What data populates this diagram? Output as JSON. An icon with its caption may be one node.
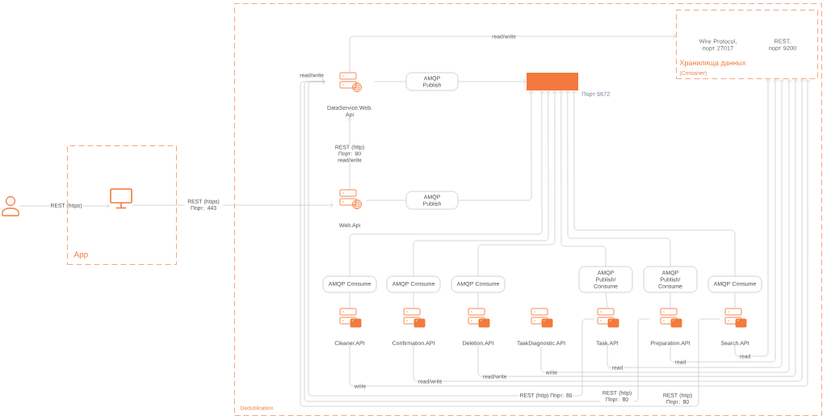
{
  "diagram": {
    "nodes": [
      {
        "text": [
          "Dedublication"
        ]
      },
      {
        "text": [
          "App"
        ]
      },
      {
        "text": [],
        "shape": "person"
      },
      {
        "text": [],
        "shape": "monitor",
        "in": 1
      },
      {
        "text": [
          "Хранилища данных",
          "(Container)"
        ],
        "in": 0
      },
      {
        "text": [
          "Wire Protocol, порт 27017"
        ],
        "in": 4
      },
      {
        "text": [
          "REST, порт 9200"
        ],
        "in": 4
      },
      {
        "text": [
          "DataService.Web. Api"
        ],
        "in": 0
      },
      {
        "text": [
          "AMQP Publish"
        ],
        "in": 0
      },
      {
        "text": [],
        "shape": "box",
        "beside": [
          "Порт 5672"
        ],
        "in": 0
      },
      {
        "text": [
          "Web.Api"
        ],
        "in": 0
      },
      {
        "text": [
          "AMQP Publish"
        ],
        "in": 0
      },
      {
        "text": [
          "AMQP Consume"
        ],
        "in": 0
      },
      {
        "text": [
          "AMQP Consume"
        ],
        "in": 0
      },
      {
        "text": [
          "AMQP Consume"
        ],
        "in": 0
      },
      {
        "text": [
          "AMQP Publish/ Consume"
        ],
        "in": 0
      },
      {
        "text": [
          "AMQP Publish/ Consume"
        ],
        "in": 0
      },
      {
        "text": [
          "AMQP Consume"
        ],
        "in": 0
      },
      {
        "text": [
          "Cleaner.API"
        ],
        "in": 0
      },
      {
        "text": [
          "Confirmation.API"
        ],
        "in": 0
      },
      {
        "text": [
          "Deletion.API"
        ],
        "in": 0
      },
      {
        "text": [
          "TaskDiagnostic.API"
        ],
        "in": 0
      },
      {
        "text": [
          "Task.API"
        ],
        "in": 0
      },
      {
        "text": [
          "Preparation.API"
        ],
        "in": 0
      },
      {
        "text": [
          "Search.API"
        ],
        "in": 0
      }
    ],
    "edges": [
      {
        "from": 2,
        "to": 3,
        "arrow": "to",
        "label": "REST (https)"
      },
      {
        "from": 3,
        "to": 10,
        "arrow": "to",
        "label": "REST (https) Порт: 443"
      },
      {
        "from": 10,
        "to": 7,
        "arrow": "to",
        "label": "REST (http) Порт: 80 read/write"
      },
      {
        "from": 7,
        "to": 4,
        "arrow": "to",
        "label": "read/write"
      },
      {
        "from": 7,
        "to": 8,
        "arrow": "none"
      },
      {
        "from": 8,
        "to": 9,
        "arrow": "to"
      },
      {
        "from": 10,
        "to": 11,
        "arrow": "none"
      },
      {
        "from": 11,
        "to": 9,
        "arrow": "to"
      },
      {
        "from": 12,
        "to": 9,
        "arrow": "to"
      },
      {
        "from": 13,
        "to": 9,
        "arrow": "to"
      },
      {
        "from": 14,
        "to": 9,
        "arrow": "to"
      },
      {
        "from": 15,
        "to": 9,
        "arrow": "to"
      },
      {
        "from": 16,
        "to": 9,
        "arrow": "to"
      },
      {
        "from": 17,
        "to": 9,
        "arrow": "to"
      },
      {
        "from": 18,
        "to": 12,
        "arrow": "none"
      },
      {
        "from": 19,
        "to": 13,
        "arrow": "none"
      },
      {
        "from": 20,
        "to": 14,
        "arrow": "none"
      },
      {
        "from": 22,
        "to": 15,
        "arrow": "none"
      },
      {
        "from": 23,
        "to": 16,
        "arrow": "none"
      },
      {
        "from": 24,
        "to": 17,
        "arrow": "none"
      },
      {
        "from": 18,
        "to": 4,
        "arrow": "to",
        "label": "write"
      },
      {
        "from": 19,
        "to": 4,
        "arrow": "to",
        "label": "read/write"
      },
      {
        "from": 20,
        "to": 4,
        "arrow": "to",
        "label": "read/write"
      },
      {
        "from": 21,
        "to": 4,
        "arrow": "to",
        "label": "write"
      },
      {
        "from": 22,
        "to": 4,
        "arrow": "to",
        "label": "read"
      },
      {
        "from": 23,
        "to": 4,
        "arrow": "to",
        "label": "read"
      },
      {
        "from": 24,
        "to": 4,
        "arrow": "to",
        "label": "read"
      },
      {
        "from": 22,
        "to": 7,
        "arrow": "to",
        "label": "REST (http) Порт: 80"
      },
      {
        "from": 23,
        "to": 7,
        "arrow": "to",
        "label": "REST (http) Порт: 80"
      },
      {
        "from": 24,
        "to": 7,
        "arrow": "to",
        "label": "REST (http) Порт: 80"
      }
    ],
    "labels": [
      "read/write"
    ]
  }
}
